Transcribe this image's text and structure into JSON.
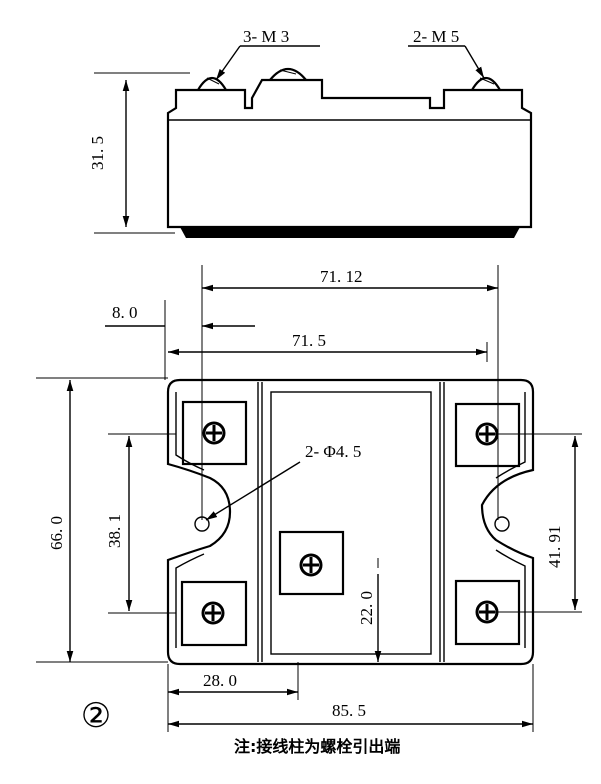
{
  "labels": {
    "m3": "3- M 3",
    "m5": "2- M 5",
    "height": "31. 5",
    "w7112": "71. 12",
    "w80": "8. 0",
    "w715": "71. 5",
    "hole": "2- Φ4. 5",
    "h660": "66. 0",
    "h381": "38. 1",
    "h4191": "41. 91",
    "h220": "22. 0",
    "w280": "28. 0",
    "w855": "85. 5",
    "circled_num": "②",
    "note": "注:接线柱为螺栓引出端"
  }
}
